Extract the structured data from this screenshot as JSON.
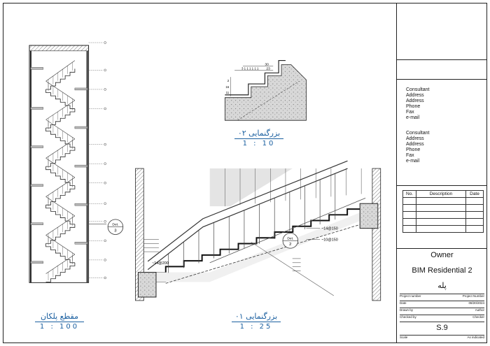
{
  "views": {
    "section": {
      "title": "مقطع پلکان",
      "scale": "1 : 100"
    },
    "detail2": {
      "title": "بزرگنمایی ۰۲",
      "scale": "1 : 10"
    },
    "detail1": {
      "title": "بزرگنمایی ۰۱",
      "scale": "1 : 25"
    }
  },
  "callouts": {
    "det3": {
      "label": "Det.",
      "number": "3"
    },
    "det2": {
      "label": "Det.",
      "number": "2"
    }
  },
  "annotations": {
    "rebar_top": "~14@150",
    "rebar_bottom": "~10@150",
    "rebar_left": "~14@200",
    "dims": {
      "d30": "30",
      "d23": "23",
      "d3": "3 1 1 1 1 1 1",
      "d11": "11",
      "d16": "16",
      "d2": "2"
    }
  },
  "titleblock": {
    "consultants": [
      [
        "Consultant",
        "Address",
        "Address",
        "Phone",
        "Fax",
        "e-mail"
      ],
      [
        "Consultant",
        "Address",
        "Address",
        "Phone",
        "Fax",
        "e-mail"
      ]
    ],
    "revision_headers": {
      "no": "No.",
      "description": "Description",
      "date": "Date"
    },
    "owner": "Owner",
    "project_name": "BIM Residential 2",
    "sheet_name": "پله",
    "fields": [
      {
        "label": "Project number",
        "value": "Project Number"
      },
      {
        "label": "Date",
        "value": "08/20/2024"
      },
      {
        "label": "Drawn by",
        "value": "Author"
      },
      {
        "label": "Checked by",
        "value": "Checker"
      }
    ],
    "sheet_number": "S.9",
    "scale_label": "Scale",
    "scale_value": "As indicated"
  }
}
